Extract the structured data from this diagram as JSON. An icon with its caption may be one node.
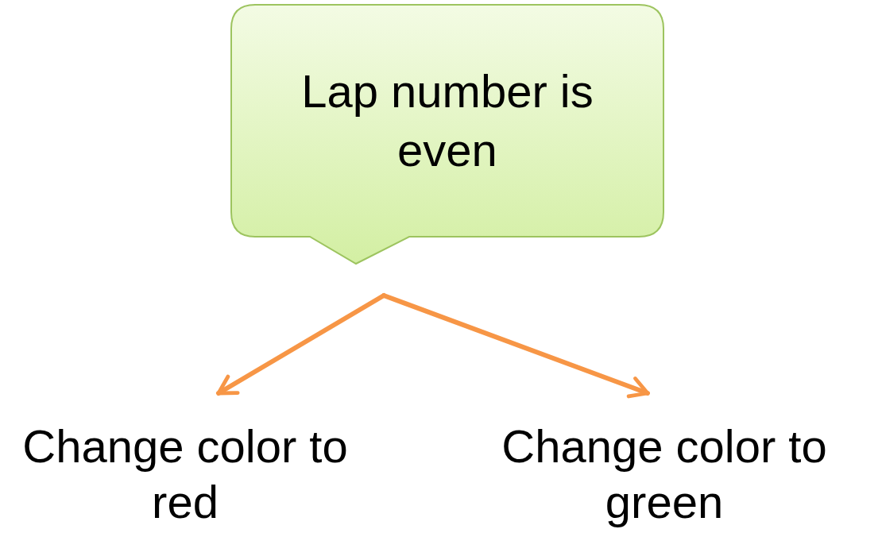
{
  "diagram": {
    "nodes": [
      {
        "text": [
          "Lap number is even"
        ]
      },
      {
        "text": [
          "Change color to red"
        ]
      },
      {
        "text": [
          "Change color to green"
        ]
      }
    ],
    "edges": [
      {
        "from": 0,
        "to": 1,
        "arrow": "to"
      },
      {
        "from": 0,
        "to": 2,
        "arrow": "to"
      }
    ]
  }
}
